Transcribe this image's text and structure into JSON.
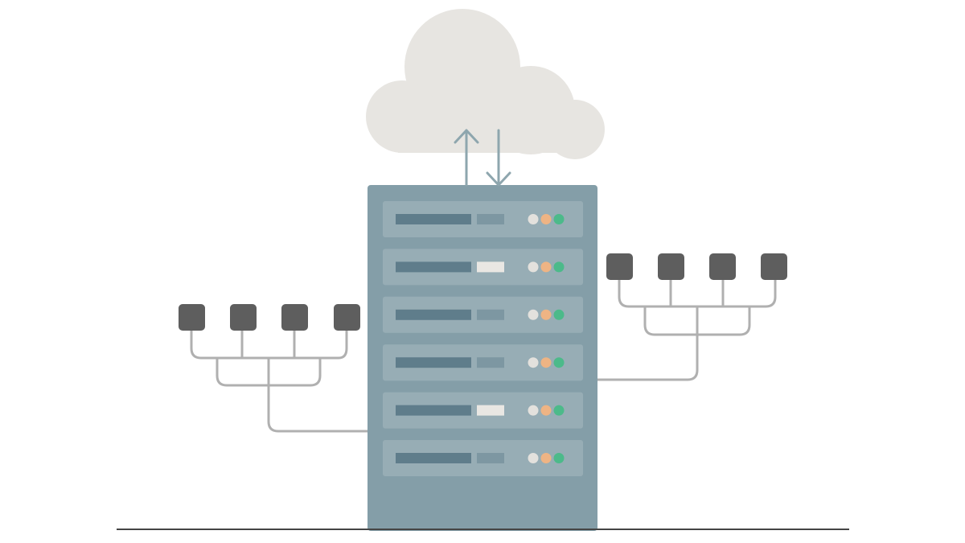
{
  "colors": {
    "background": "#ffffff",
    "cloud": "#e7e5e1",
    "arrow": "#8ea6ae",
    "rack_body": "#849ea8",
    "rack_slot": "#97adb5",
    "slot_bar": "#5f7d8b",
    "slot_chip_dim": "#7d97a2",
    "slot_chip_light": "#e9e7e3",
    "led_white": "#e3e1dd",
    "led_orange": "#eeb484",
    "led_green": "#4cba8a",
    "device": "#5e5e5e",
    "wire": "#b0b0b0",
    "ground": "#454545"
  },
  "rack": {
    "slots": [
      {
        "chip": "dim"
      },
      {
        "chip": "light"
      },
      {
        "chip": "dim"
      },
      {
        "chip": "dim"
      },
      {
        "chip": "light"
      },
      {
        "chip": "dim"
      }
    ]
  },
  "clusters": {
    "left_devices": 4,
    "right_devices": 4
  },
  "icons": {
    "cloud": "cloud-icon",
    "upload": "arrow-up-icon",
    "download": "arrow-down-icon",
    "server": "server-rack-icon",
    "device": "device-icon"
  }
}
